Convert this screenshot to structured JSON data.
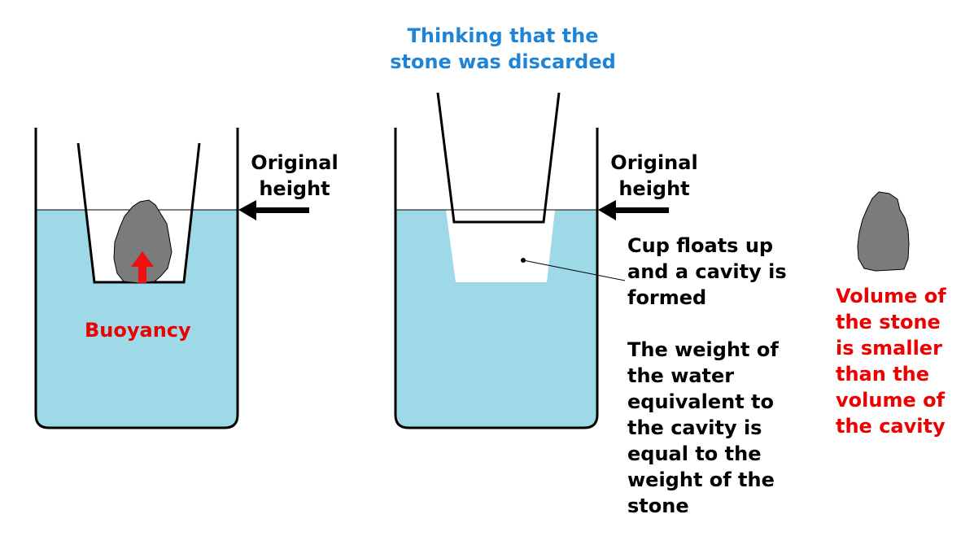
{
  "colors": {
    "water": "#9ed9e8",
    "stone": "#7b7b7b",
    "buoyancy": "#ee1111",
    "heading": "#1f84d6",
    "emphasis": "#ee0000",
    "outline": "#000000"
  },
  "left_panel": {
    "label_line1": "Original",
    "label_line2": "height",
    "buoyancy_label": "Buoyancy"
  },
  "middle_panel": {
    "title_line1": "Thinking that the",
    "title_line2": "stone was discarded",
    "label_line1": "Original",
    "label_line2": "height"
  },
  "explanation": {
    "cavity_lines": [
      "Cup floats up",
      "and a cavity is",
      "formed"
    ],
    "weight_lines": [
      "The weight of",
      "the water",
      "equivalent to",
      "the cavity is",
      "equal to the",
      "weight of the",
      "stone"
    ]
  },
  "right_panel": {
    "volume_lines": [
      "Volume of",
      "the stone",
      "is smaller",
      "than the",
      "volume of",
      "the cavity"
    ]
  }
}
